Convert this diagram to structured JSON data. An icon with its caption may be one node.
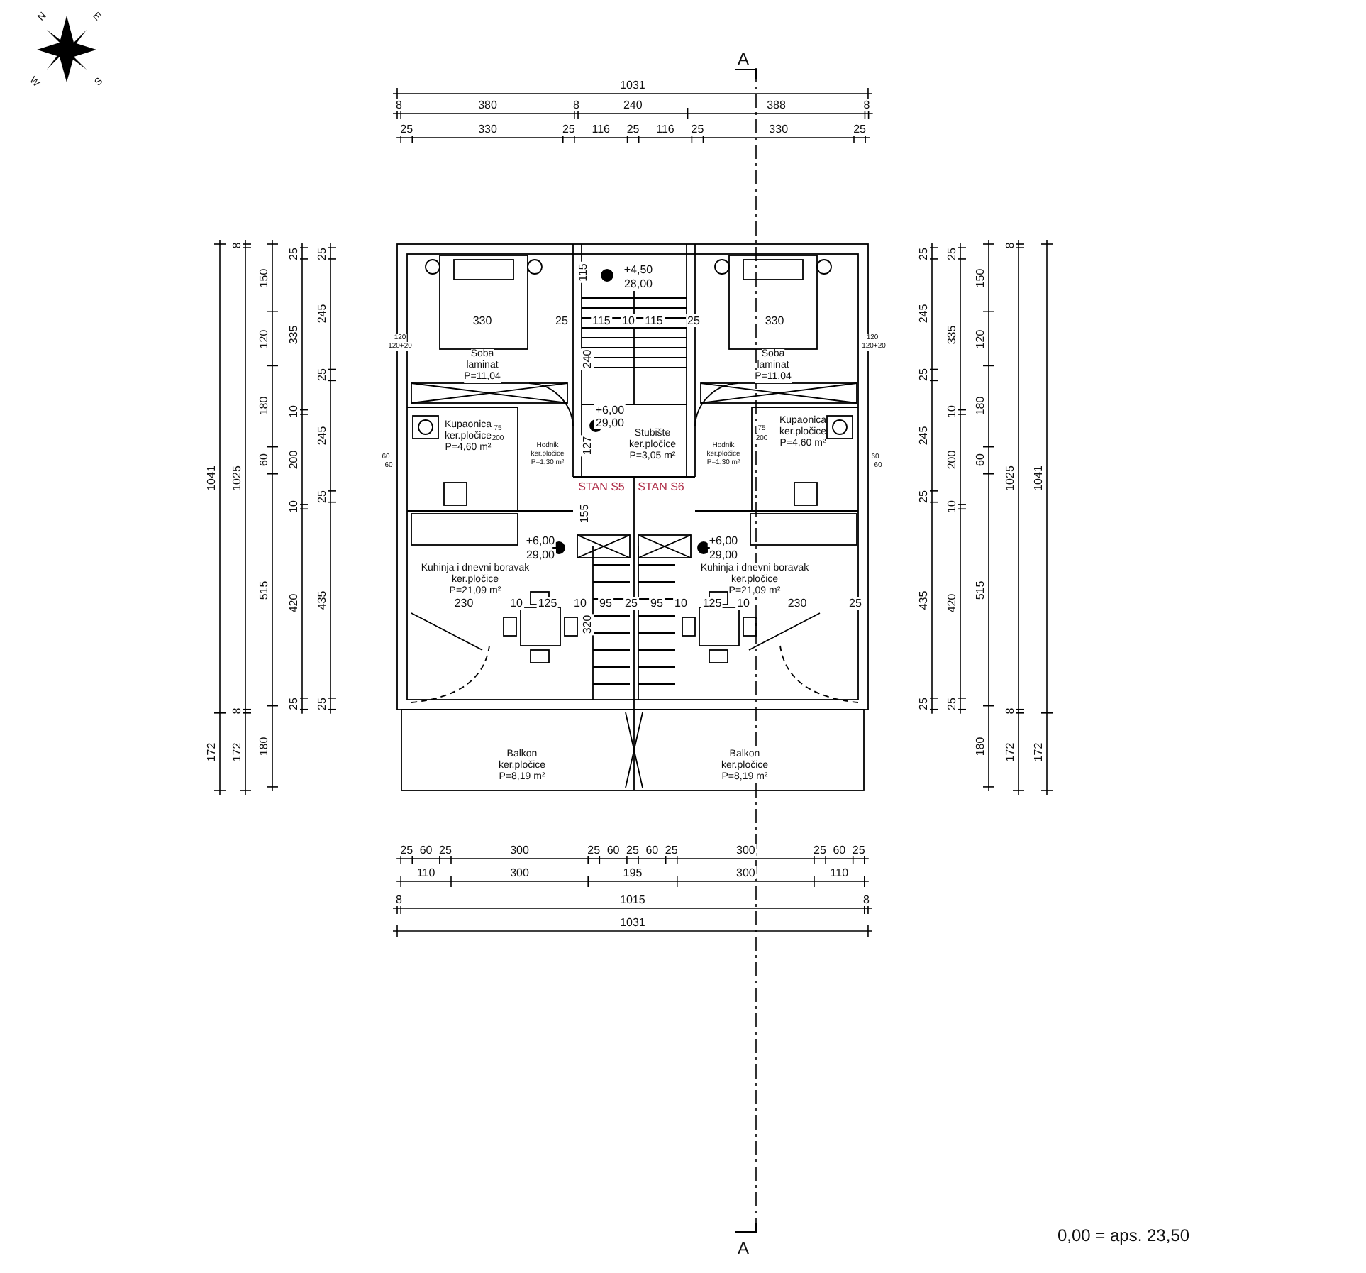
{
  "diagram": {
    "nodes": [
      {
        "text": [
          "Soba",
          "laminat",
          "P=11,04"
        ]
      },
      {
        "text": [
          "Soba",
          "laminat",
          "P=11,04"
        ]
      },
      {
        "text": [
          "Kupaonica",
          "ker.pločice",
          "P=4,60 m²"
        ]
      },
      {
        "text": [
          "Hodnik",
          "ker.pločice",
          "P=1,30 m²"
        ]
      },
      {
        "text": [
          "Stubište",
          "ker.pločice",
          "P=3,05 m²"
        ]
      },
      {
        "text": [
          "Hodnik",
          "ker.pločice",
          "P=1,30 m²"
        ]
      },
      {
        "text": [
          "Kupaonica",
          "ker.pločice",
          "P=4,60 m²"
        ]
      },
      {
        "text": [
          "Kuhinja i dnevni boravak",
          "ker.pločice",
          "P=21,09 m²"
        ]
      },
      {
        "text": [
          "Kuhinja i dnevni boravak",
          "ker.pločice",
          "P=21,09 m²"
        ]
      },
      {
        "text": [
          "Balkon",
          "ker.pločice",
          "P=8,19 m²"
        ]
      },
      {
        "text": [
          "Balkon",
          "ker.pločice",
          "P=8,19 m²"
        ]
      }
    ],
    "labels": [
      "N",
      "E",
      "W",
      "S",
      "A",
      "1031",
      "8",
      "380",
      "8",
      "240",
      "388",
      "8",
      "25",
      "330",
      "25",
      "116",
      "25",
      "116",
      "25",
      "330",
      "25",
      "1041",
      "172",
      "8",
      "1025",
      "8",
      "172",
      "150",
      "120",
      "180",
      "60",
      "515",
      "180",
      "25",
      "335",
      "10",
      "200",
      "10",
      "420",
      "25",
      "25",
      "245",
      "25",
      "245",
      "25",
      "435",
      "25",
      "115",
      "+4,50",
      "28,00",
      "330",
      "25",
      "115",
      "10",
      "115",
      "25",
      "330",
      "120",
      "120+20",
      "120",
      "120+20",
      "240",
      "+6,00",
      "29,00",
      "127",
      "60",
      "60",
      "60",
      "60",
      "75",
      "200",
      "75",
      "200",
      "STAN S5",
      "STAN S6",
      "155",
      "+6,00",
      "29,00",
      "+6,00",
      "29,00",
      "230",
      "10",
      "125",
      "10",
      "95",
      "25",
      "95",
      "10",
      "125",
      "10",
      "230",
      "25",
      "320",
      "25",
      "245",
      "25",
      "245",
      "25",
      "435",
      "25",
      "25",
      "335",
      "10",
      "200",
      "10",
      "420",
      "25",
      "150",
      "120",
      "180",
      "60",
      "515",
      "180",
      "8",
      "1025",
      "8",
      "172",
      "1041",
      "172",
      "25",
      "60",
      "25",
      "300",
      "25",
      "60",
      "25",
      "60",
      "25",
      "300",
      "25",
      "60",
      "25",
      "110",
      "300",
      "195",
      "300",
      "110",
      "8",
      "1015",
      "8",
      "1031",
      "A",
      "0,00 = aps. 23,50"
    ]
  }
}
